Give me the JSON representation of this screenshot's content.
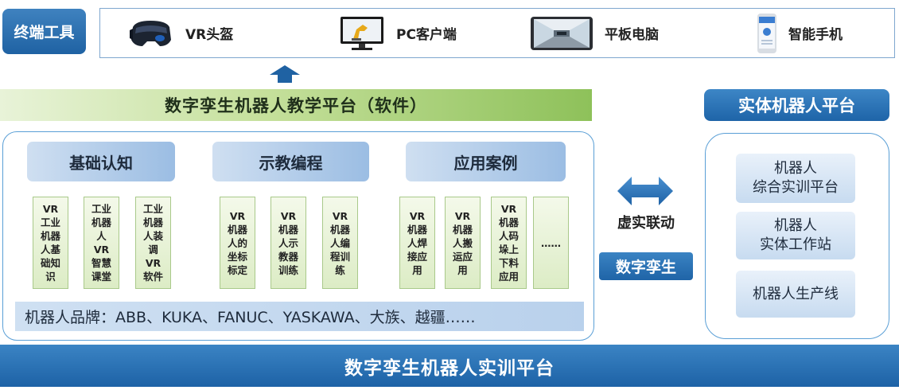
{
  "terminal": {
    "label": "终端工具",
    "devices": [
      {
        "icon": "vr-headset-icon",
        "label": "VR头盔"
      },
      {
        "icon": "pc-monitor-icon",
        "label": "PC客户端"
      },
      {
        "icon": "tablet-icon",
        "label": "平板电脑"
      },
      {
        "icon": "smartphone-icon",
        "label": "智能手机"
      }
    ]
  },
  "software_platform": "数字孪生机器人教学平台（软件）",
  "physical_platform": {
    "title": "实体机器人平台",
    "items": [
      "机器人\n综合实训平台",
      "机器人\n实体工作站",
      "机器人生产线"
    ]
  },
  "categories": [
    {
      "label": "基础认知",
      "items": [
        "VR\n工业\n机器\n人基\n础知\n识",
        "工业\n机器\n人\nVR\n智慧\n课堂",
        "工业\n机器\n人装\n调\nVR\n软件"
      ]
    },
    {
      "label": "示教编程",
      "items": [
        "VR\n机器\n人的\n坐标\n标定",
        "VR\n机器\n人示\n教器\n训练",
        "VR\n机器\n人编\n程训\n练"
      ]
    },
    {
      "label": "应用案例",
      "items": [
        "VR\n机器\n人焊\n接应\n用",
        "VR\n机器\n人搬\n运应\n用",
        "VR\n机器\n人码\n垛上\n下料\n应用",
        "……"
      ]
    }
  ],
  "brands": "机器人品牌：ABB、KUKA、FANUC、YASKAWA、大族、越疆……",
  "link_label": "虚实联动",
  "twin_label": "数字孪生",
  "bottom_title": "数字孪生机器人实训平台",
  "colors": {
    "primary_blue": "#1f62a3",
    "green": "#8ec15a",
    "light_blue": "#9bbde3"
  }
}
